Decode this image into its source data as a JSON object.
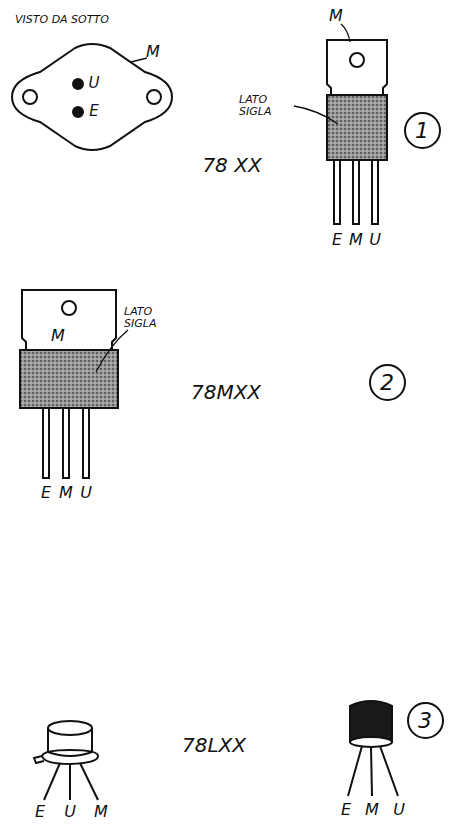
{
  "diagram": {
    "nodes": [
      {
        "text": [
          "1"
        ]
      },
      {
        "text": [
          "2"
        ]
      },
      {
        "text": [
          "3"
        ]
      }
    ],
    "labels": [
      "VISTO DA SOTTO",
      "M",
      "U",
      "E",
      "78 XX",
      "M",
      "LATO SIGLA",
      "E",
      "M",
      "U",
      "LATO SIGLA",
      "M",
      "78MXX",
      "E",
      "M",
      "U",
      "78LXX",
      "E",
      "U",
      "M",
      "E",
      "M",
      "U"
    ]
  }
}
